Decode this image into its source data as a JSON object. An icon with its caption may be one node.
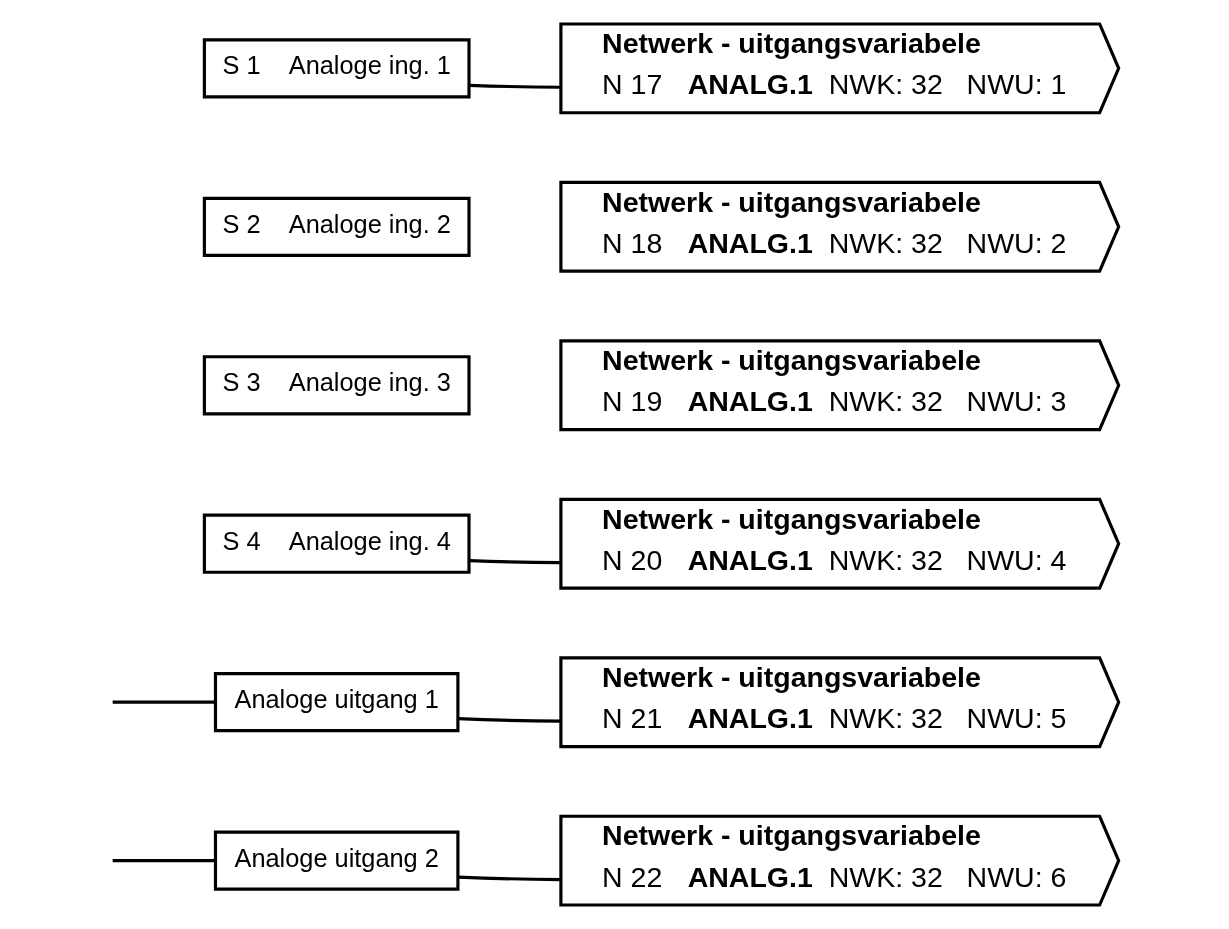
{
  "diagram": {
    "nodes": [
      {
        "text": [
          "S 1",
          "Analoge ing. 1"
        ]
      },
      {
        "text": [
          "S 2",
          "Analoge ing. 2"
        ]
      },
      {
        "text": [
          "S 3",
          "Analoge ing. 3"
        ]
      },
      {
        "text": [
          "S 4",
          "Analoge ing. 4"
        ]
      },
      {
        "text": [
          "Analoge uitgang 1"
        ]
      },
      {
        "text": [
          "Analoge uitgang 2"
        ]
      },
      {
        "text": [
          "Netwerk - uitgangsvariabele",
          "N 17",
          "ANALG.1",
          "NWK: 32",
          "NWU: 1"
        ]
      },
      {
        "text": [
          "Netwerk - uitgangsvariabele",
          "N 18",
          "ANALG.1",
          "NWK: 32",
          "NWU: 2"
        ]
      },
      {
        "text": [
          "Netwerk - uitgangsvariabele",
          "N 19",
          "ANALG.1",
          "NWK: 32",
          "NWU: 3"
        ]
      },
      {
        "text": [
          "Netwerk - uitgangsvariabele",
          "N 20",
          "ANALG.1",
          "NWK: 32",
          "NWU: 4"
        ]
      },
      {
        "text": [
          "Netwerk - uitgangsvariabele",
          "N 21",
          "ANALG.1",
          "NWK: 32",
          "NWU: 5"
        ]
      },
      {
        "text": [
          "Netwerk - uitgangsvariabele",
          "N 22",
          "ANALG.1",
          "NWK: 32",
          "NWU: 6"
        ]
      }
    ],
    "edges": [
      {
        "from": 0,
        "to": 6,
        "arrow": "none"
      },
      {
        "from": 3,
        "to": 9,
        "arrow": "none"
      },
      {
        "from": null,
        "to": 4,
        "arrow": "none"
      },
      {
        "from": 4,
        "to": 10,
        "arrow": "none"
      },
      {
        "from": null,
        "to": 5,
        "arrow": "none"
      },
      {
        "from": 5,
        "to": 11,
        "arrow": "none"
      }
    ]
  }
}
